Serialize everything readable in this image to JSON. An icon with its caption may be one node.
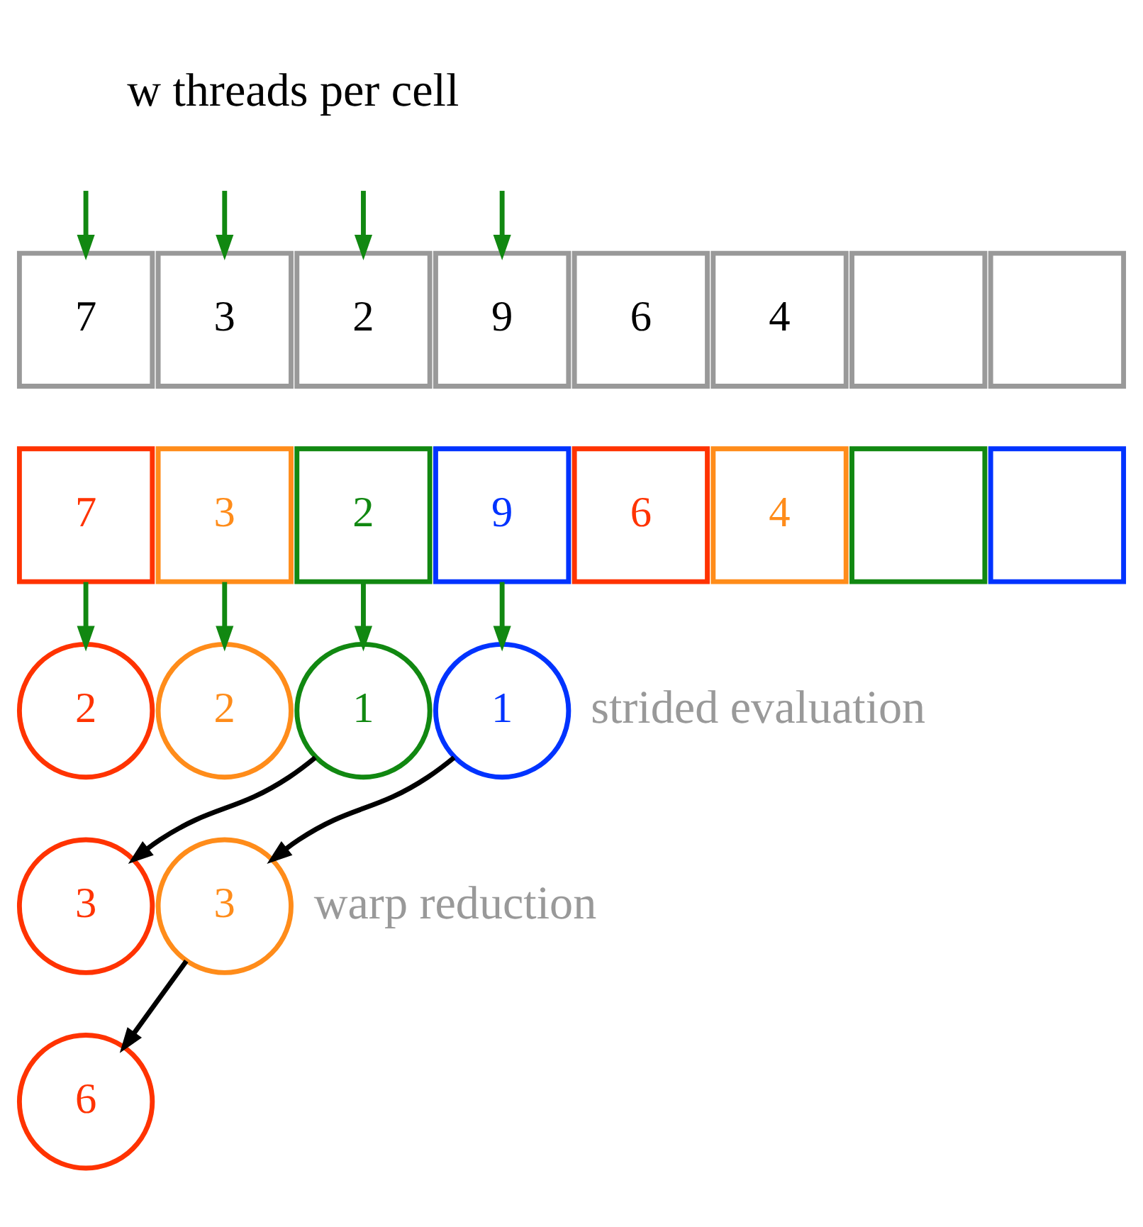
{
  "diagram": {
    "nodes": [
      {
        "text": [
          "7"
        ]
      },
      {
        "text": [
          "3"
        ]
      },
      {
        "text": [
          "2"
        ]
      },
      {
        "text": [
          "9"
        ]
      },
      {
        "text": [
          "6"
        ]
      },
      {
        "text": [
          "4"
        ]
      },
      {
        "text": [],
        "shape": "box"
      },
      {
        "text": [],
        "shape": "box"
      },
      {
        "text": [
          "7"
        ]
      },
      {
        "text": [
          "3"
        ]
      },
      {
        "text": [
          "2"
        ]
      },
      {
        "text": [
          "9"
        ]
      },
      {
        "text": [
          "6"
        ]
      },
      {
        "text": [
          "4"
        ]
      },
      {
        "text": [],
        "shape": "box"
      },
      {
        "text": [],
        "shape": "box"
      },
      {
        "text": [
          "2"
        ]
      },
      {
        "text": [
          "2"
        ]
      },
      {
        "text": [
          "1"
        ]
      },
      {
        "text": [
          "1"
        ]
      },
      {
        "text": [
          "3"
        ]
      },
      {
        "text": [
          "3"
        ]
      },
      {
        "text": [
          "6"
        ]
      }
    ],
    "edges": [
      {
        "from": null,
        "to": 0,
        "arrow": "to"
      },
      {
        "from": null,
        "to": 1,
        "arrow": "to"
      },
      {
        "from": null,
        "to": 2,
        "arrow": "to"
      },
      {
        "from": null,
        "to": 3,
        "arrow": "to"
      },
      {
        "from": 8,
        "to": 16,
        "arrow": "to"
      },
      {
        "from": 9,
        "to": 17,
        "arrow": "to"
      },
      {
        "from": 10,
        "to": 18,
        "arrow": "to"
      },
      {
        "from": 11,
        "to": 19,
        "arrow": "to"
      },
      {
        "from": 18,
        "to": 20,
        "arrow": "to",
        "color": "#000000"
      },
      {
        "from": 19,
        "to": 21,
        "arrow": "to",
        "color": "#000000"
      },
      {
        "from": 21,
        "to": 22,
        "arrow": "to",
        "color": "#000000"
      }
    ],
    "labels": [
      "w threads per cell",
      "strided evaluation",
      "warp reduction"
    ]
  }
}
